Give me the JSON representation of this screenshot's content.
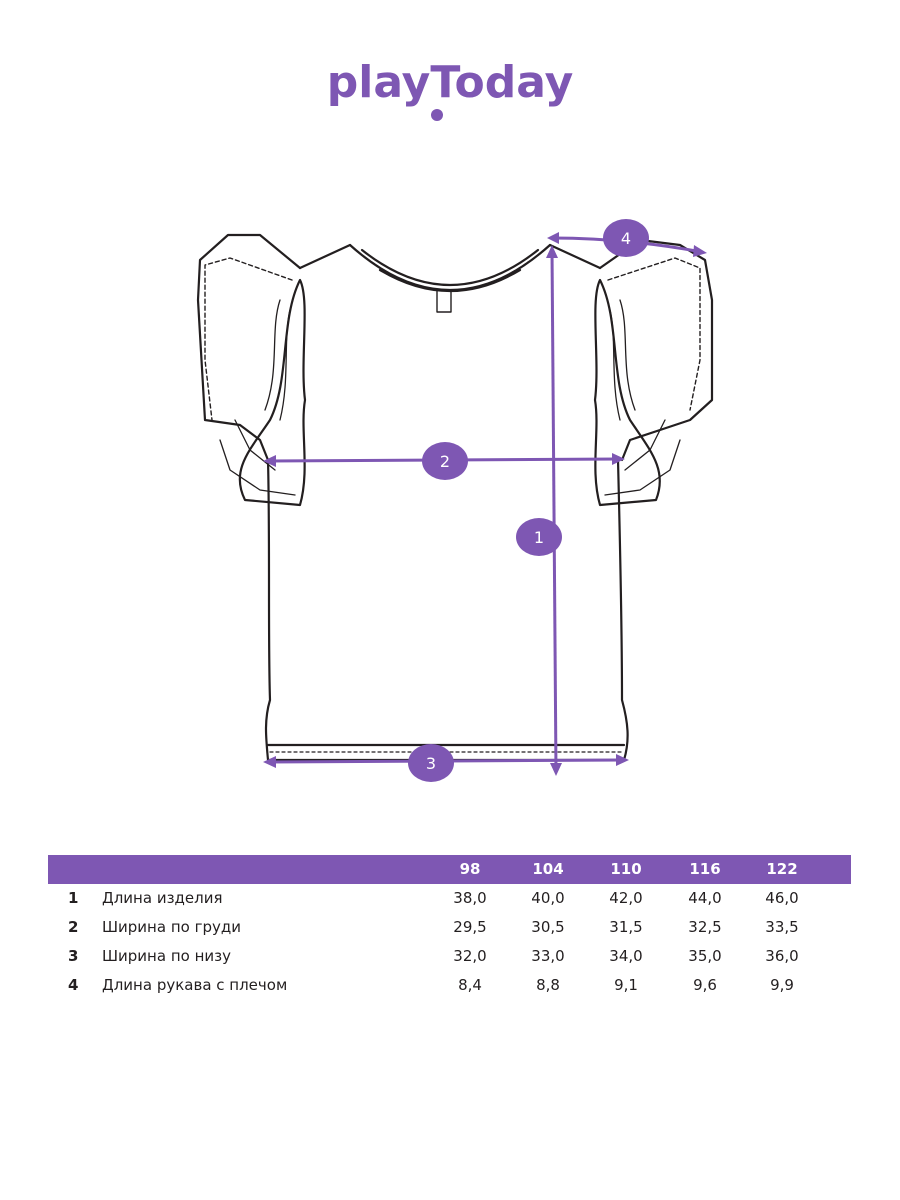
{
  "brand": {
    "logo_text": "playToday",
    "accent_color": "#7e57b3"
  },
  "diagram": {
    "badges": [
      "1",
      "2",
      "3",
      "4"
    ]
  },
  "table": {
    "sizes": [
      "98",
      "104",
      "110",
      "116",
      "122"
    ],
    "rows": [
      {
        "num": "1",
        "name": "Длина изделия",
        "values": [
          "38,0",
          "40,0",
          "42,0",
          "44,0",
          "46,0"
        ]
      },
      {
        "num": "2",
        "name": "Ширина по груди",
        "values": [
          "29,5",
          "30,5",
          "31,5",
          "32,5",
          "33,5"
        ]
      },
      {
        "num": "3",
        "name": "Ширина по низу",
        "values": [
          "32,0",
          "33,0",
          "34,0",
          "35,0",
          "36,0"
        ]
      },
      {
        "num": "4",
        "name": "Длина рукава с плечом",
        "values": [
          "8,4",
          "8,8",
          "9,1",
          "9,6",
          "9,9"
        ]
      }
    ]
  }
}
